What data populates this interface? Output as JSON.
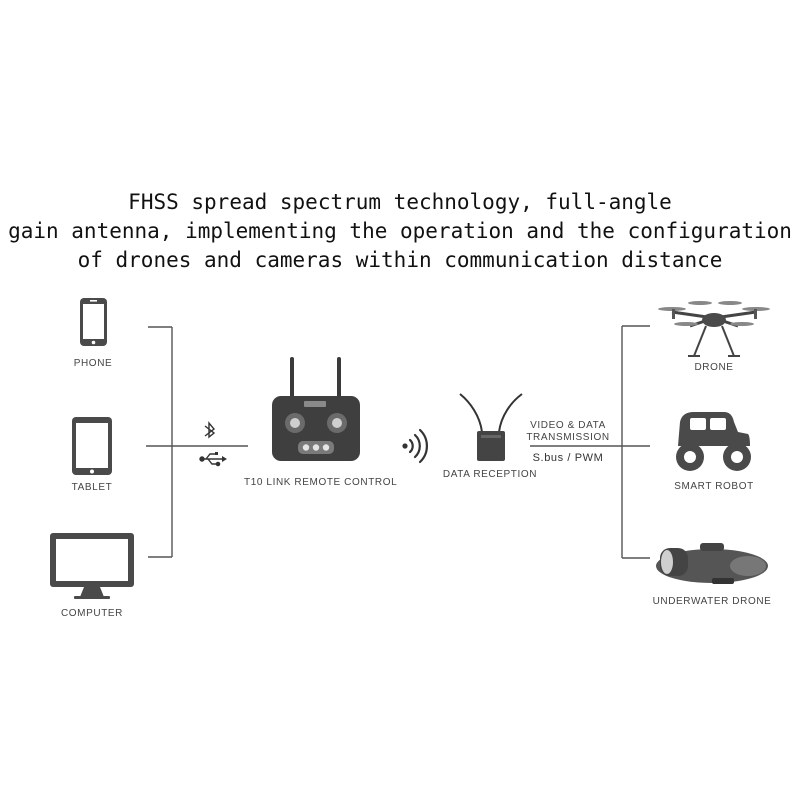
{
  "headline": {
    "line1": "FHSS spread spectrum technology, full-angle",
    "line2": "gain antenna, implementing the operation and the configuration",
    "line3": "of drones and cameras within communication distance"
  },
  "inputs": {
    "phone": "PHONE",
    "tablet": "TABLET",
    "computer": "COMPUTER"
  },
  "connectors": {
    "bluetooth_icon": "bluetooth-icon",
    "usb_icon": "usb-icon"
  },
  "remote": {
    "label": "T10 LINK REMOTE CONTROL"
  },
  "receiver": {
    "label": "DATA RECEPTION"
  },
  "transmission": {
    "line1": "VIDEO & DATA",
    "line2": "TRANSMISSION",
    "protocol": "S.bus / PWM"
  },
  "outputs": {
    "drone": "DRONE",
    "robot": "SMART ROBOT",
    "underwater": "UNDERWATER DRONE"
  },
  "colors": {
    "icon": "#4a4a4a",
    "line": "#555555",
    "text": "#111111"
  }
}
